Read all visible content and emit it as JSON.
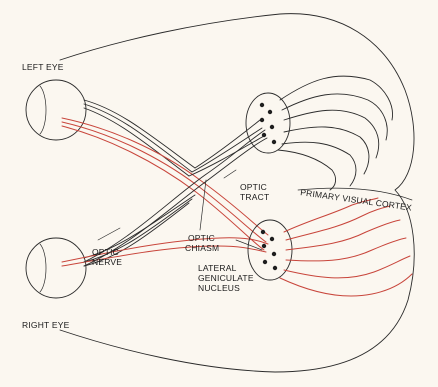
{
  "labels": {
    "left_eye": "LEFT EYE",
    "right_eye": "RIGHT EYE",
    "optic_nerve_1": "OPTIC",
    "optic_nerve_2": "NERVE",
    "optic_chiasm_1": "OPTIC",
    "optic_chiasm_2": "CHIASM",
    "optic_tract_1": "OPTIC",
    "optic_tract_2": "TRACT",
    "lgn_1": "LATERAL",
    "lgn_2": "GENICULATE",
    "lgn_3": "NUCLEUS",
    "cortex": "PRIMARY VISUAL CORTEX"
  },
  "colors": {
    "ink": "#2b2b2b",
    "pathway_red": "#c8453b",
    "paper": "#fbf7f0"
  }
}
